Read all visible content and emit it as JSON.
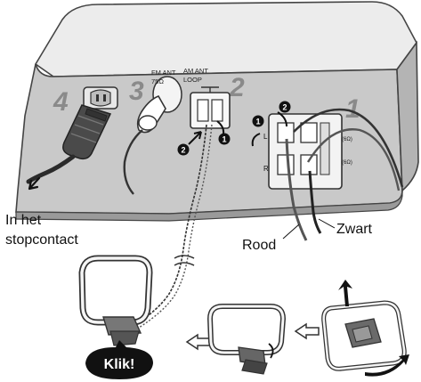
{
  "steps": {
    "s1": "1",
    "s2": "2",
    "s3": "3",
    "s4": "4"
  },
  "terminals": {
    "fm_line1": "FM ANT",
    "fm_line2": "75Ω",
    "am_line1": "AM ANT",
    "am_line2": "LOOP"
  },
  "speaker_labels": {
    "left": "L",
    "right": "R",
    "impedance_top": "(6Ω)",
    "impedance_bottom": "(6Ω)"
  },
  "callouts": {
    "one": "1",
    "two": "2"
  },
  "captions": {
    "outlet_line1": "In het",
    "outlet_line2": "stopcontact",
    "red_wire": "Rood",
    "black_wire": "Zwart",
    "klik": "Klik!"
  }
}
